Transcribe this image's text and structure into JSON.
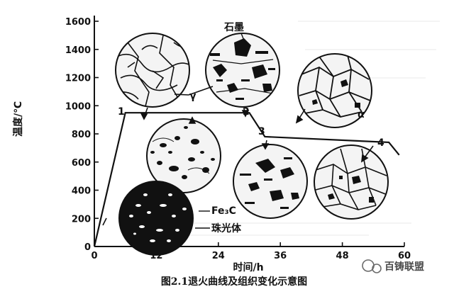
{
  "axes": {
    "ylabel": "温度/℃",
    "xlabel": "时间/h",
    "yticks": [
      "0",
      "200",
      "400",
      "600",
      "800",
      "1000",
      "1200",
      "1400",
      "1600"
    ],
    "xticks": [
      "0",
      "12",
      "24",
      "36",
      "48",
      "60"
    ]
  },
  "chart_data": {
    "type": "line",
    "x": [
      0,
      6,
      30,
      33,
      57,
      59
    ],
    "y": [
      0,
      950,
      950,
      780,
      740,
      650
    ],
    "xlim": [
      0,
      60
    ],
    "ylim": [
      0,
      1600
    ]
  },
  "points": [
    "1",
    "2",
    "3",
    "4"
  ],
  "labels": {
    "graphite": "石墨",
    "gamma": "γ",
    "alpha": "α",
    "fe3c": "Fe₃C",
    "pearlite": "珠光体"
  },
  "caption": "图2.1退火曲线及组织变化示意图",
  "watermark": "百铸联盟"
}
